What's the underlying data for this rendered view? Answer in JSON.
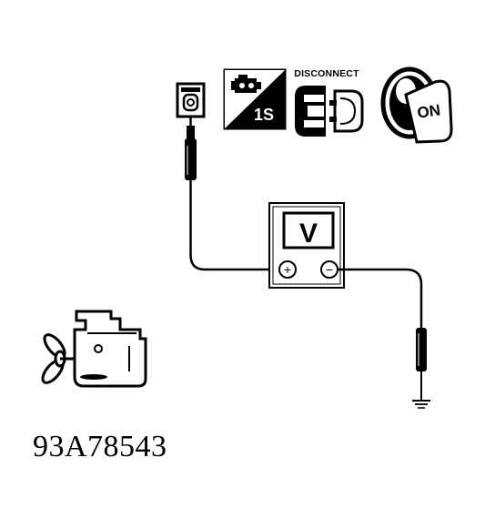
{
  "figure": {
    "code": "93A78543"
  },
  "icons": {
    "test_pin": "test-connector-icon",
    "condition_panel": {
      "name": "engine-run-time-icon",
      "timer_text": "1S"
    },
    "disconnect": {
      "name": "disconnect-connector-icon",
      "label": "DISCONNECT"
    },
    "ignition": {
      "name": "ignition-key-icon",
      "label": "ON"
    },
    "engine": "engine-icon",
    "ground": "ground-symbol-icon"
  },
  "meter": {
    "name": "voltmeter",
    "display": "V",
    "positive_terminal": "+",
    "negative_terminal": "−"
  },
  "colors": {
    "ink": "#000000",
    "paper": "#ffffff"
  }
}
